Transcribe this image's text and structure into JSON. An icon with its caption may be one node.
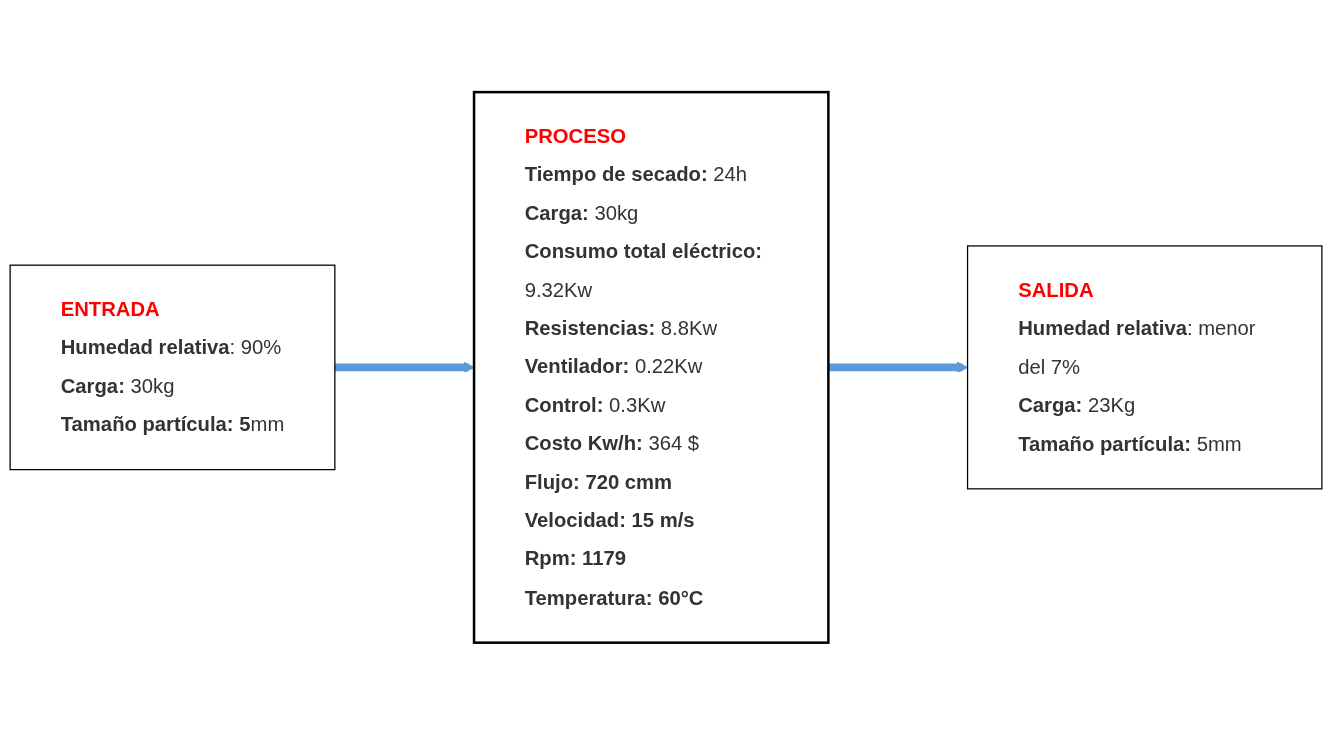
{
  "diagram": {
    "nodes": [
      {
        "text": [
          "ENTRADA",
          "**Humedad relativa**: 90%",
          "**Carga:** 30kg",
          "**Tamaño partícula: 5**mm"
        ]
      },
      {
        "text": [
          "PROCESO",
          "**Tiempo de secado:** 24h",
          "**Carga:** 30kg",
          "**Consumo total eléctrico:** 9.32Kw",
          "**Resistencias:** 8.8Kw",
          "**Ventilador:** 0.22Kw",
          "**Control:** 0.3Kw",
          "**Costo Kw/h:** 364 $",
          "**Flujo: 720 cmm**",
          "**Velocidad: 15 m/s**",
          "**Rpm: 1179**",
          "**Temperatura: 60°C**"
        ]
      },
      {
        "text": [
          "SALIDA",
          "**Humedad relativa**: menor del 7%",
          "**Carga:** 23Kg",
          "**Tamaño partícula:** 5mm"
        ]
      }
    ],
    "edges": [
      {
        "from": 0,
        "to": 1,
        "arrow": "to"
      },
      {
        "from": 1,
        "to": 2,
        "arrow": "to"
      }
    ]
  }
}
